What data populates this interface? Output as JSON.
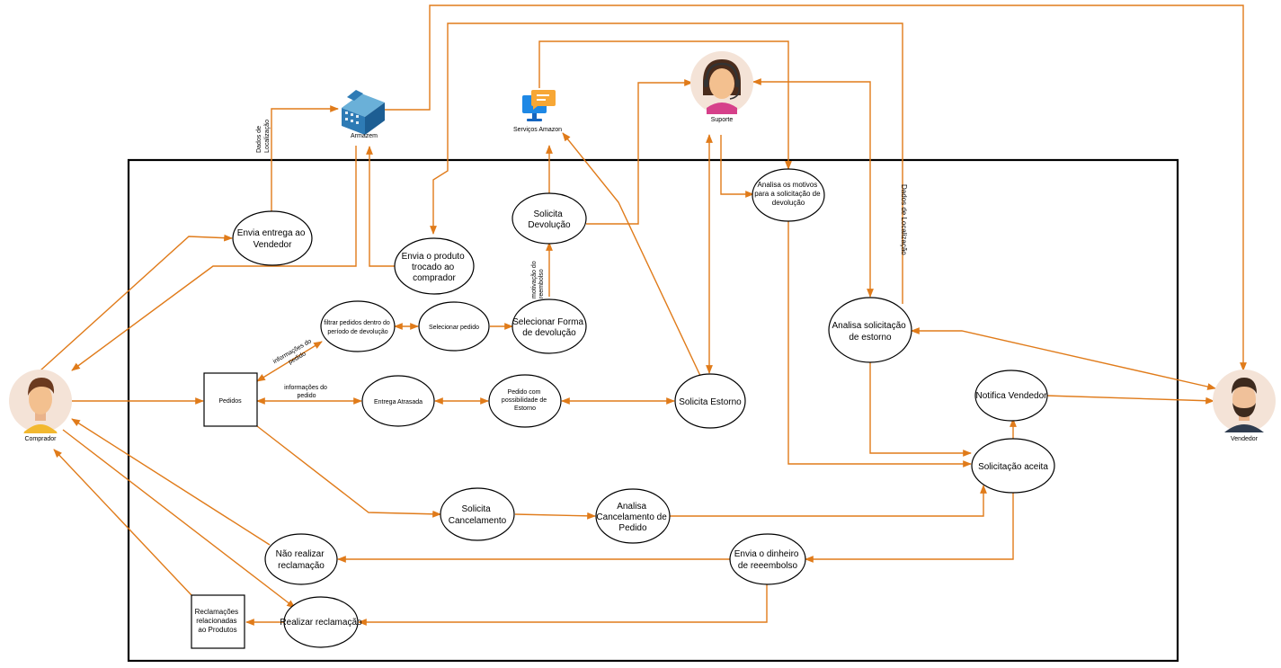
{
  "colors": {
    "edge": "#e07b1a",
    "frame": "#000000",
    "node_stroke": "#000000"
  },
  "actors": {
    "comprador": "Comprador",
    "vendedor": "Vendedor",
    "suporte": "Suporte",
    "armazem": "Armazem",
    "servicos": "Serviços Amazon"
  },
  "nodes": {
    "envia_entrega": [
      "Envia entrega ao",
      "Vendedor"
    ],
    "envia_produto": [
      "Envia o produto",
      "trocado ao",
      "comprador"
    ],
    "solicita_devolucao": [
      "Solicita",
      "Devolução"
    ],
    "analisa_motivos": [
      "Analisa os motivos",
      "para a solicitação de",
      "devolução"
    ],
    "filtrar_pedidos": [
      "filtrar pedidos dentro do",
      "período de devolução"
    ],
    "selecionar_pedido": [
      "Selecionar pedido"
    ],
    "selecionar_forma": [
      "Selecionar Forma",
      "de devolução"
    ],
    "analisa_estorno": [
      "Analisa solicitação",
      "de estorno"
    ],
    "pedidos": [
      "Pedidos"
    ],
    "entrega_atrasada": [
      "Entrega Atrasada"
    ],
    "pedido_estorno": [
      "Pedido com",
      "possibilidade de",
      "Estorno"
    ],
    "solicita_estorno": [
      "Solicita Estorno"
    ],
    "notifica_vendedor": [
      "Notifica Vendedor"
    ],
    "solicitacao_aceita": [
      "Solicitação aceita"
    ],
    "solicita_cancelamento": [
      "Solicita",
      "Cancelamento"
    ],
    "analisa_cancelamento": [
      "Analisa",
      "Cancelamento de",
      "Pedido"
    ],
    "envia_dinheiro": [
      "Envia o dinheiro",
      "de reeembolso"
    ],
    "nao_realizar": [
      "Não realizar",
      "reclamação"
    ],
    "realizar_reclamacao": [
      "Realizar reclamação"
    ],
    "reclamacoes": [
      "Reclamações",
      "relacionadas",
      "ao Produtos"
    ]
  },
  "edge_labels": {
    "dados_localizacao_left": [
      "Dados de",
      "Localização"
    ],
    "dados_localizacao_right": "Dados de Localização",
    "info_pedido_1": [
      "informações do",
      "pedido"
    ],
    "info_pedido_2": [
      "informações do",
      "pedido"
    ],
    "motivacao": [
      "motivação do",
      "reembolso"
    ]
  },
  "icons": [
    "warehouse-icon",
    "computer-chat-icon",
    "support-agent-avatar",
    "buyer-avatar",
    "seller-avatar"
  ]
}
